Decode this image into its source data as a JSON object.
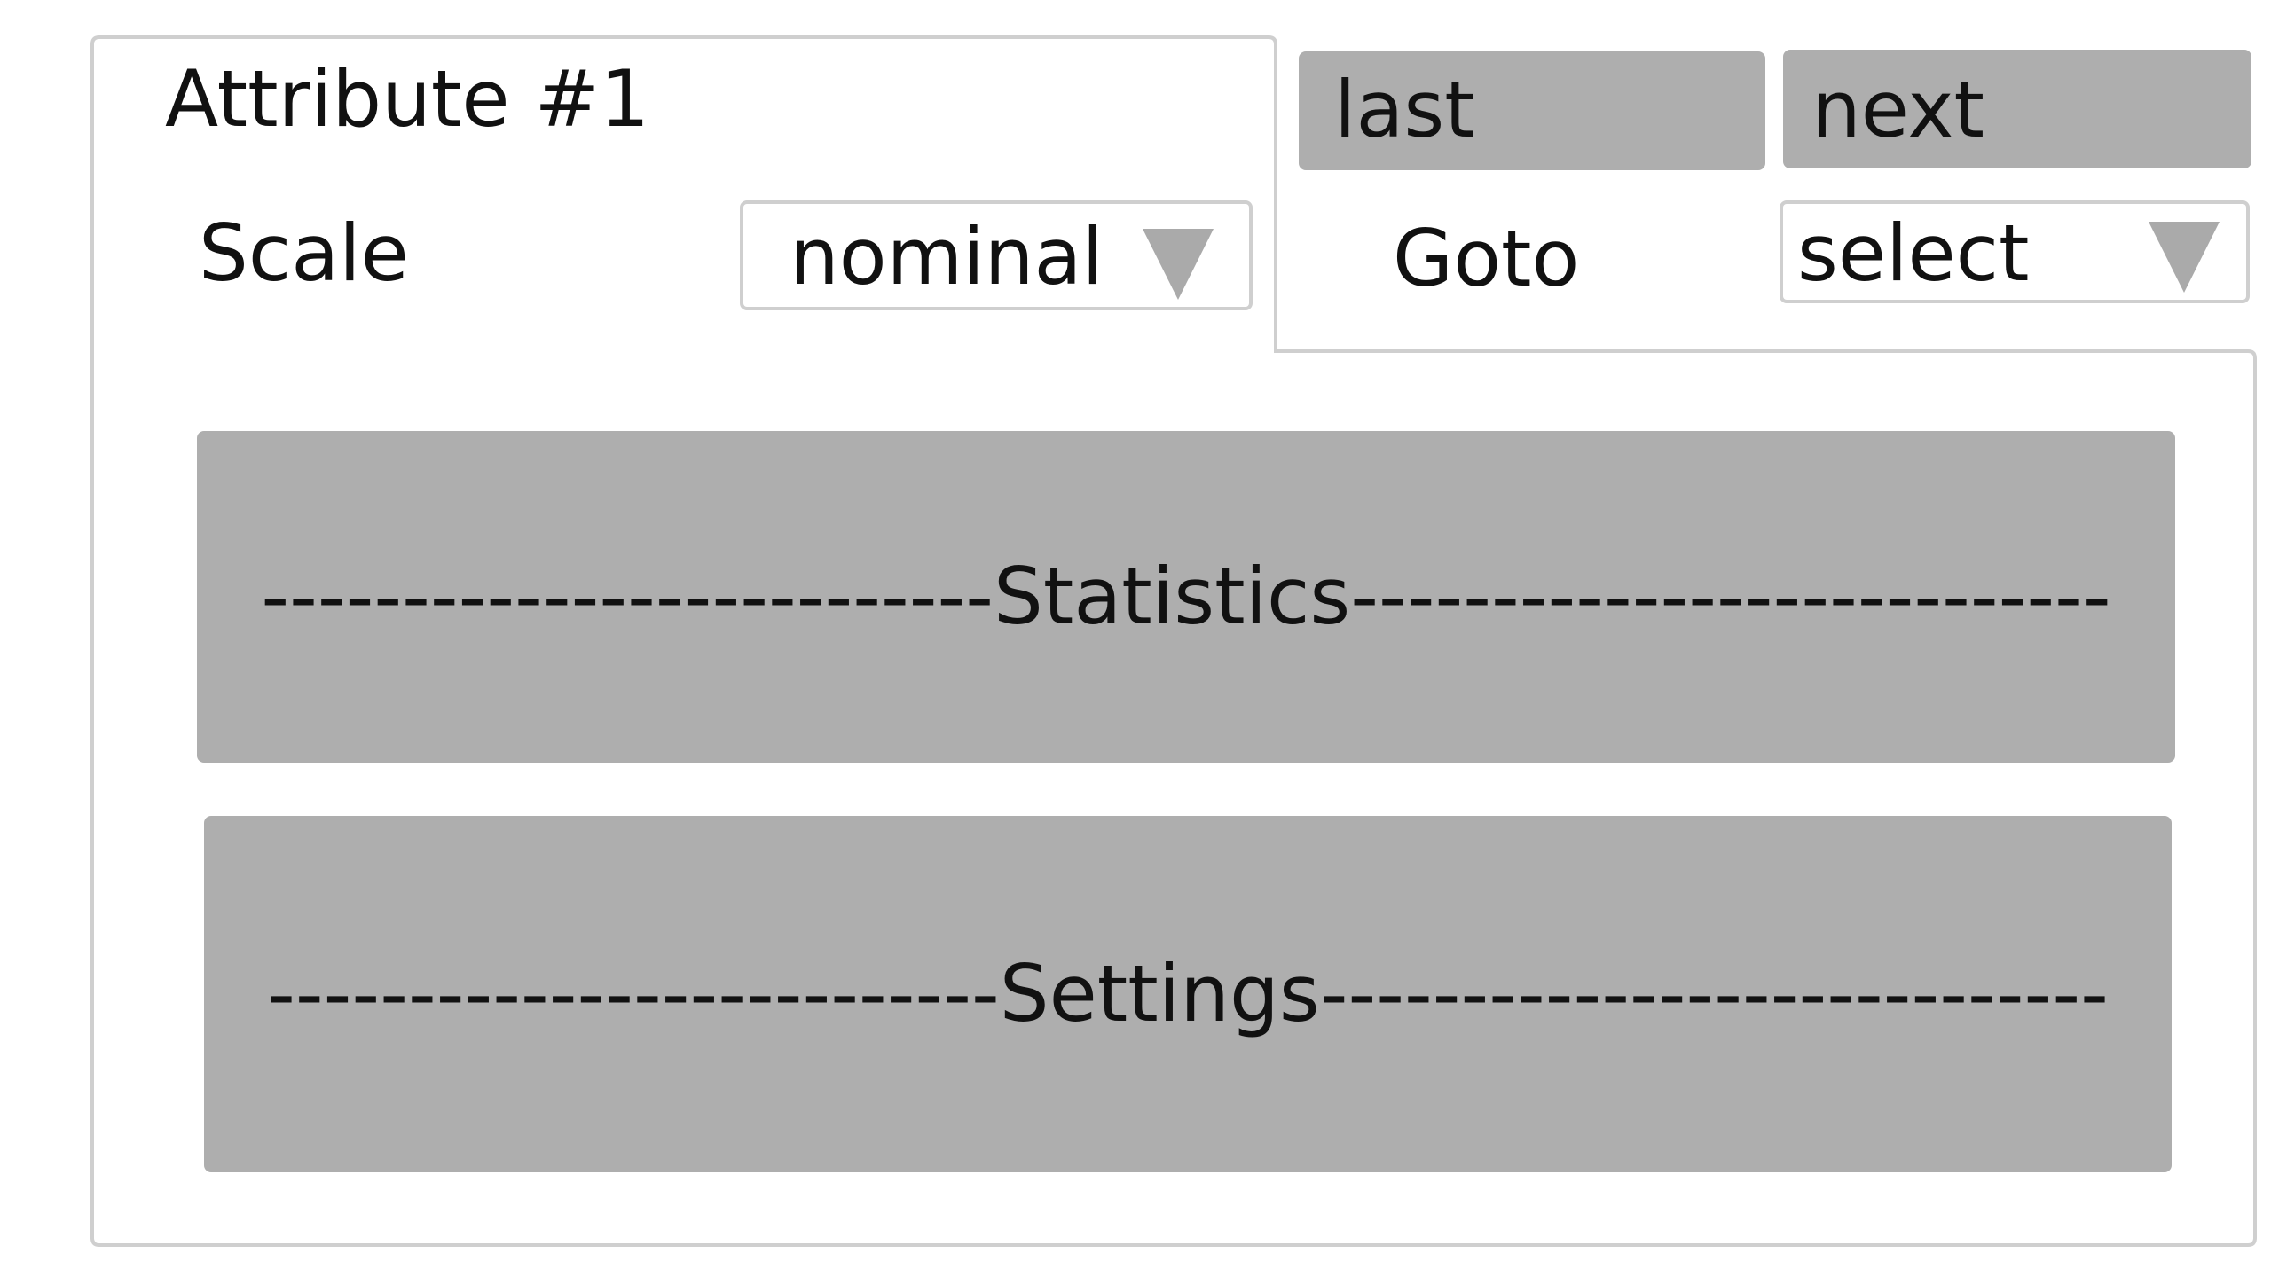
{
  "attribute": {
    "title": "Attribute #1",
    "scale_label": "Scale",
    "scale_value": "nominal"
  },
  "navigation": {
    "last_label": "last",
    "next_label": "next",
    "goto_label": "Goto",
    "goto_value": "select"
  },
  "sections": {
    "statistics_label": "--------------------------Statistics---------------------------",
    "settings_label": "--------------------------Settings----------------------------"
  },
  "icons": {
    "dropdown": "triangle-down-icon"
  },
  "colors": {
    "button_bg": "#aeaeae",
    "border": "#cfcfcf",
    "arrow": "#aaaaaa",
    "text": "#111111"
  }
}
